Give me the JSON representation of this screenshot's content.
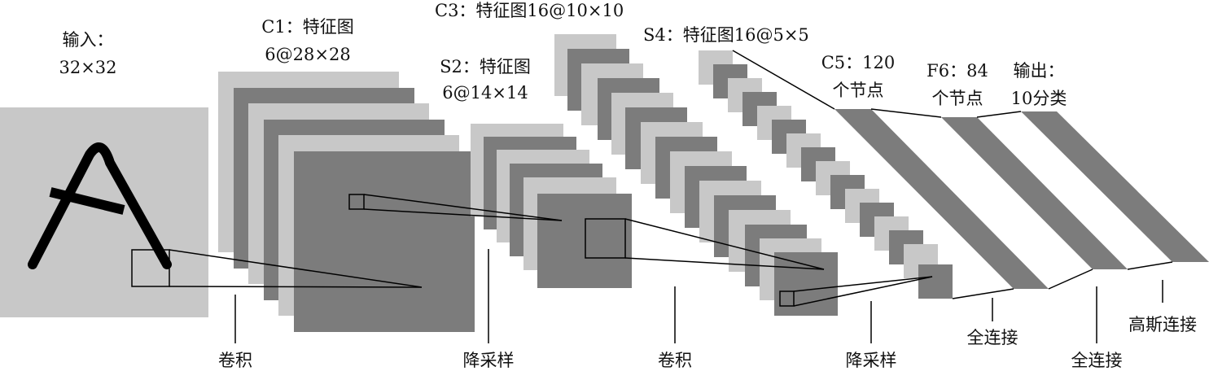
{
  "diagram": {
    "title": "",
    "layers": {
      "input": {
        "line1": "输入：",
        "line2": "32×32"
      },
      "c1": {
        "line1": "C1：特征图",
        "line2": "6@28×28"
      },
      "s2": {
        "line1": "S2：特征图",
        "line2": "6@14×14"
      },
      "c3": {
        "line1": "C3：特征图16@10×10"
      },
      "s4": {
        "line1": "S4：特征图16@5×5"
      },
      "c5": {
        "line1": "C5：120",
        "line2": "个节点"
      },
      "f6": {
        "line1": "F6：84",
        "line2": "个节点"
      },
      "output": {
        "line1": "输出：",
        "line2": "10分类"
      }
    },
    "operations": {
      "conv1": "卷积",
      "pool1": "降采样",
      "conv2": "卷积",
      "pool2": "降采样",
      "fc1": "全连接",
      "fc2": "全连接",
      "gauss": "高斯连接"
    },
    "colors": {
      "light": "#c8c8c8",
      "dark": "#7c7c7c",
      "stroke": "#000000"
    }
  }
}
